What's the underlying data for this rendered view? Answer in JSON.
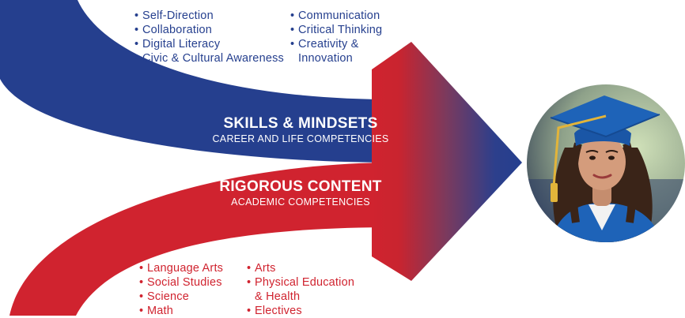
{
  "colors": {
    "blue": "#253f8e",
    "red": "#d0232f",
    "cap": "#1e63b8",
    "tassel": "#e2b43a"
  },
  "skills": {
    "title": "SKILLS & MINDSETS",
    "subtitle": "CAREER AND LIFE COMPETENCIES",
    "column1": [
      "Self-Direction",
      "Collaboration",
      "Digital Literacy",
      "Civic & Cultural Awareness"
    ],
    "column2": [
      "Communication",
      "Critical Thinking",
      "Creativity &",
      "Innovation"
    ]
  },
  "content": {
    "title": "RIGOROUS CONTENT",
    "subtitle": "ACADEMIC COMPETENCIES",
    "column1": [
      "Language Arts",
      "Social Studies",
      "Science",
      "Math"
    ],
    "column2": [
      "Arts",
      "Physical Education",
      "& Health",
      "Electives"
    ]
  },
  "photo": {
    "subject": "graduate-portrait"
  }
}
